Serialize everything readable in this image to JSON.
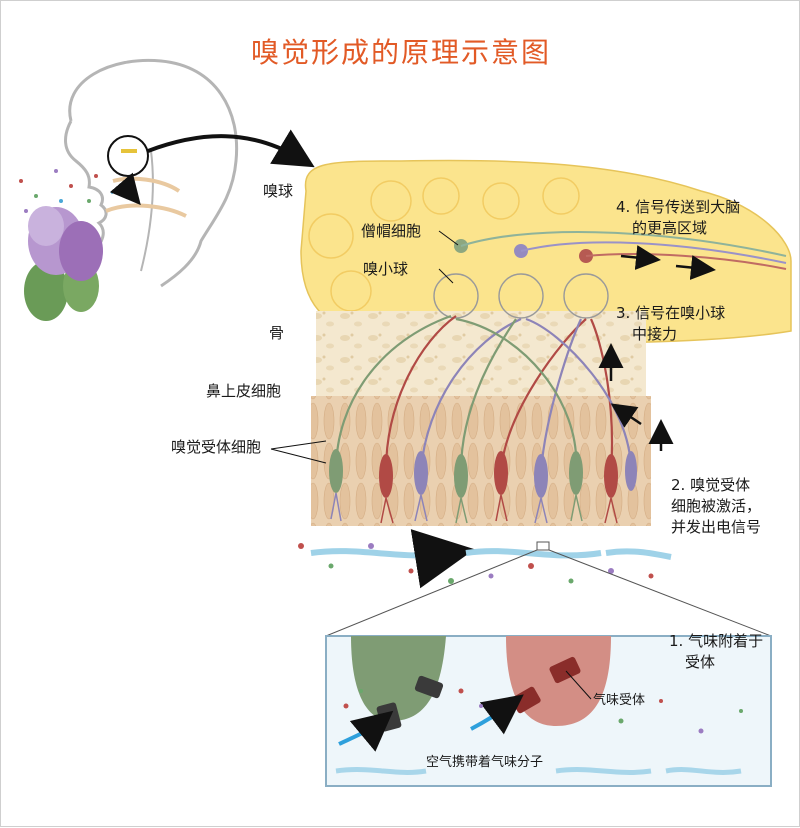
{
  "title": "嗅觉形成的原理示意图",
  "labels": {
    "olfactory_bulb": "嗅球",
    "mitral_cell": "僧帽细胞",
    "glomerulus": "嗅小球",
    "bone": "骨",
    "epithelium": "鼻上皮细胞",
    "receptor_cells": "嗅觉受体细胞",
    "odor_receptor": "气味受体",
    "air_carries": "空气携带着气味分子"
  },
  "steps": [
    {
      "line1": "4. 信号传送到大脑",
      "line2": "的更高区域"
    },
    {
      "line1": "3. 信号在嗅小球",
      "line2": "中接力"
    },
    {
      "line1": "2. 嗅觉受体",
      "line2": "细胞被激活，",
      "line3": "并发出电信号"
    },
    {
      "line1": "1. 气味附着于",
      "line2": "受体"
    }
  ],
  "colors": {
    "title": "#e25a26",
    "bulb": "#fbe48d",
    "bone": "#f3e6cb",
    "epithelium": "#e8c9a6",
    "green_neuron": "#7f9c74",
    "red_neuron": "#b14a45",
    "purple_neuron": "#8d84b8",
    "air": "#9fd2e8",
    "inset_border": "#8aaec4"
  },
  "icons": [
    "head-profile",
    "lilac-flower",
    "arrow-right",
    "arrow-up"
  ]
}
